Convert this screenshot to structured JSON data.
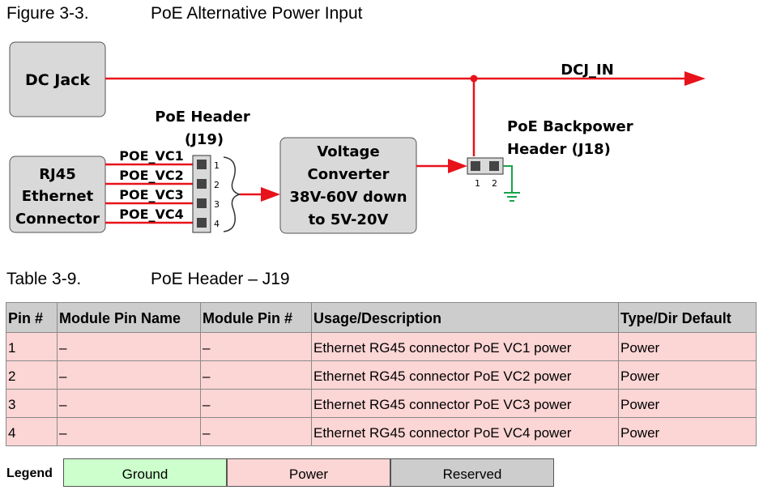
{
  "figure": {
    "number": "Figure 3-3.",
    "title": "PoE Alternative Power Input",
    "dc_jack": "DC Jack",
    "dcj_in": "DCJ_IN",
    "rj45": [
      "RJ45",
      "Ethernet",
      "Connector"
    ],
    "poe_header": [
      "PoE Header",
      "(J19)"
    ],
    "signals": [
      "POE_VC1",
      "POE_VC2",
      "POE_VC3",
      "POE_VC4"
    ],
    "header_pins": [
      "1",
      "2",
      "3",
      "4"
    ],
    "converter": [
      "Voltage",
      "Converter",
      "38V-60V down",
      "to 5V-20V"
    ],
    "backpower": [
      "PoE Backpower",
      "Header (J18)"
    ],
    "backpower_pins": [
      "1",
      "2"
    ],
    "colors": {
      "power_line": "#e8121a",
      "ground_line": "#1aa34a",
      "box_fill": "#d9d9d9"
    }
  },
  "table": {
    "number": "Table 3-9.",
    "title": "PoE Header – J19",
    "headers": [
      "Pin #",
      "Module Pin Name",
      "Module Pin #",
      "Usage/Description",
      "Type/Dir Default"
    ],
    "rows": [
      [
        "1",
        "–",
        "–",
        "Ethernet RG45 connector PoE VC1 power",
        "Power"
      ],
      [
        "2",
        "–",
        "–",
        "Ethernet RG45 connector PoE VC2 power",
        "Power"
      ],
      [
        "3",
        "–",
        "–",
        "Ethernet RG45 connector PoE VC3 power",
        "Power"
      ],
      [
        "4",
        "–",
        "–",
        "Ethernet RG45 connector PoE VC4 power",
        "Power"
      ]
    ]
  },
  "legend": {
    "label": "Legend",
    "items": [
      {
        "label": "Ground",
        "color": "#ccffcc"
      },
      {
        "label": "Power",
        "color": "#fcd5d5"
      },
      {
        "label": "Reserved",
        "color": "#cdcdcd"
      }
    ]
  }
}
